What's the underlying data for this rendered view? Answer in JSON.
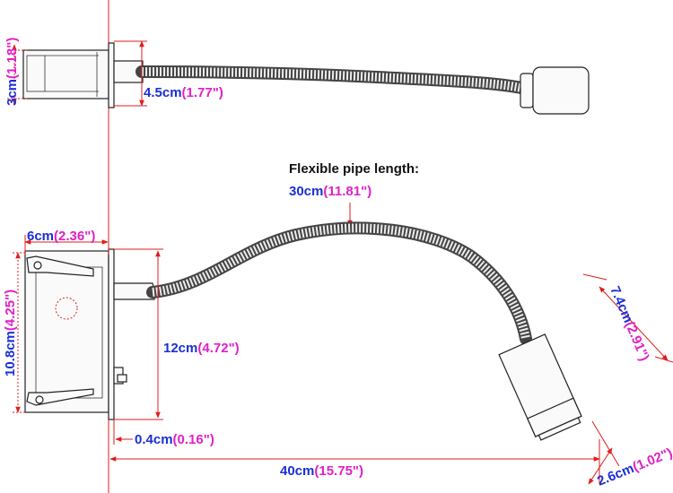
{
  "top_view": {
    "height_label": {
      "cm": "3cm",
      "inch": "(1.18\")"
    },
    "depth_label": {
      "cm": "4.5cm",
      "inch": "(1.77\")"
    }
  },
  "pipe": {
    "title": "Flexible pipe length:",
    "length_label": {
      "cm": "30cm",
      "inch": "(11.81\")"
    }
  },
  "side_view": {
    "base_width_label": {
      "cm": "6cm",
      "inch": "(2.36\")"
    },
    "box_height_label": {
      "cm": "10.8cm",
      "inch": "(4.25\")"
    },
    "plate_height_label": {
      "cm": "12cm",
      "inch": "(4.72\")"
    },
    "plate_thickness_label": {
      "cm": "0.4cm",
      "inch": "(0.16\")"
    },
    "reach_label": {
      "cm": "40cm",
      "inch": "(15.75\")"
    },
    "head_length_label": {
      "cm": "7.4cm",
      "inch": "(2.91\")"
    },
    "head_diameter_label": {
      "cm": "2.6cm",
      "inch": "(1.02\")"
    }
  },
  "colors": {
    "cm": "#1a2fd6",
    "inch": "#e020c8",
    "dimension_line": "#e11b1b"
  }
}
